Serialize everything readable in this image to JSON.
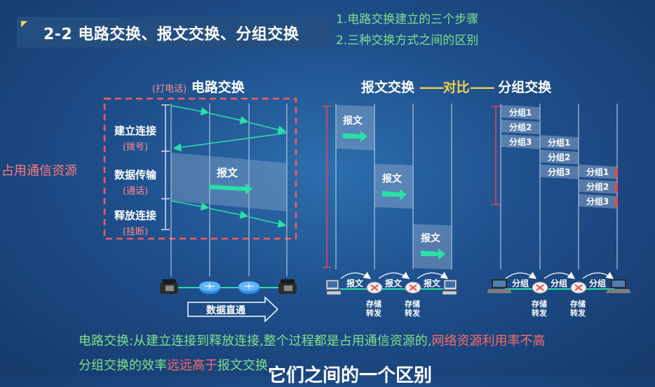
{
  "header": {
    "title": "2-2 电路交换、报文交换、分组交换",
    "points": [
      "1.电路交换建立的三个步骤",
      "2.三种交换方式之间的区别"
    ]
  },
  "circuit": {
    "title": "电路交换",
    "title_prefix": "(打电话)",
    "side_label": "占用通信资源",
    "phases": [
      {
        "name": "建立连接",
        "note": "(拨号)"
      },
      {
        "name": "数据传输",
        "note": "(通话)"
      },
      {
        "name": "释放连接",
        "note": "(挂断)"
      }
    ],
    "message_label": "报文",
    "direct_label": "数据直通"
  },
  "compare": {
    "left": "报文交换",
    "middle": "对比",
    "right": "分组交换",
    "message_label": "报文",
    "packets": [
      "分组1",
      "分组2",
      "分组3"
    ],
    "packet_word": "分组",
    "store_forward": [
      "存储",
      "转发"
    ]
  },
  "summary": {
    "line1_a": "电路交换:从建立连接到释放连接,整个过程都是占用通信资源的,",
    "line1_b": "网络资源利用率不高",
    "line2_a": "分组交换的效率",
    "line2_b": "远远高于",
    "line2_c": "报文交换"
  },
  "caption": "它们之间的一个区别",
  "colors": {
    "accent_green": "#7fe08a",
    "arrow_teal": "#29e0a5",
    "highlight_red": "#ff6a6a",
    "title_yellow": "#f3d24a"
  }
}
